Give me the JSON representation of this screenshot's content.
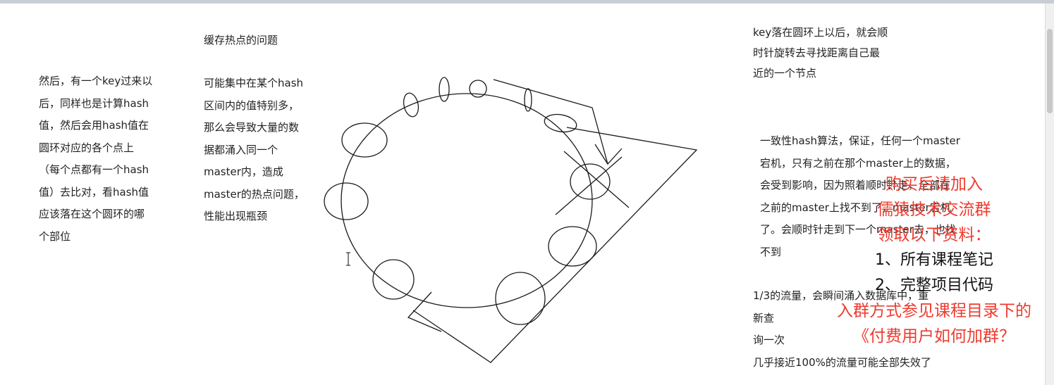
{
  "notes": {
    "left": "然后，有一个key过来以\n后，同样也是计算hash\n值，然后会用hash值在\n圆环对应的各个点上\n（每个点都有一个hash\n值）去比对，看hash值\n应该落在这个圆环的哪\n个部位",
    "cache_title": "缓存热点的问题",
    "hotspot": "可能集中在某个hash\n区间内的值特别多，\n那么会导致大量的数\n据都涌入同一个\nmaster内，造成\nmaster的热点问题，\n性能出现瓶颈",
    "clockwise": "key落在圆环上以后，就会顺\n时针旋转去寻找距离自己最\n近的一个节点",
    "consistency": "一致性hash算法，保证，任何一个master\n宕机，只有之前在那个master上的数据，\n会受到影响，因为照着顺时针走，全部在\n之前的master上找不到了，master宕机\n了。会顺时针走到下一个master去，也找\n不到",
    "third": "1/3的流量，会瞬间涌入数据库中，重新查\n询一次",
    "nearly_all": "几乎接近100%的流量可能全部失效了"
  },
  "overlay": {
    "line1": "购买后请加入",
    "line2": "儒猿技术交流群",
    "line3": "领取以下资料：",
    "line4": "1、所有课程笔记",
    "line5": "2、完整项目代码",
    "line6": "入群方式参见课程目录下的",
    "line7": "《付费用户如何加群？"
  },
  "colors": {
    "overlay_red": "#ee3b2f",
    "stroke": "#1a1a1a"
  }
}
